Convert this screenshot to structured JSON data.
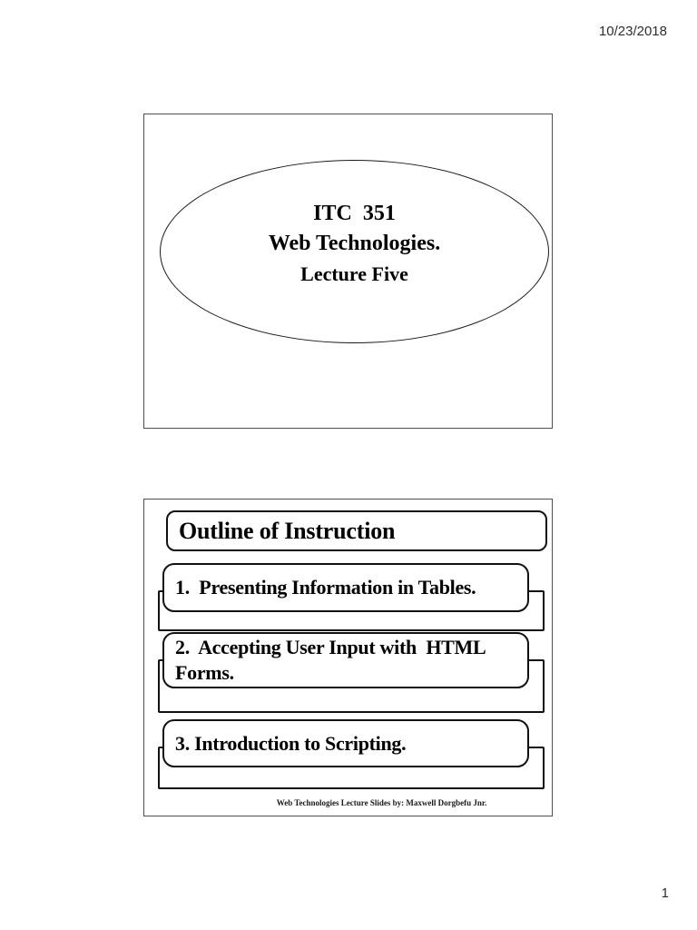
{
  "page": {
    "date": "10/23/2018",
    "page_number": "1"
  },
  "slide1": {
    "title_lines": {
      "line1": "ITC  351",
      "line2": "Web Technologies.",
      "line3": "Lecture Five"
    }
  },
  "slide2": {
    "title": "Outline of Instruction",
    "items": {
      "item1": "1.  Presenting Information in Tables.",
      "item2": "2.  Accepting User Input with  HTML Forms.",
      "item3": "3. Introduction to Scripting."
    },
    "footer": "Web Technologies Lecture Slides by: Maxwell Dorgbefu Jnr."
  }
}
